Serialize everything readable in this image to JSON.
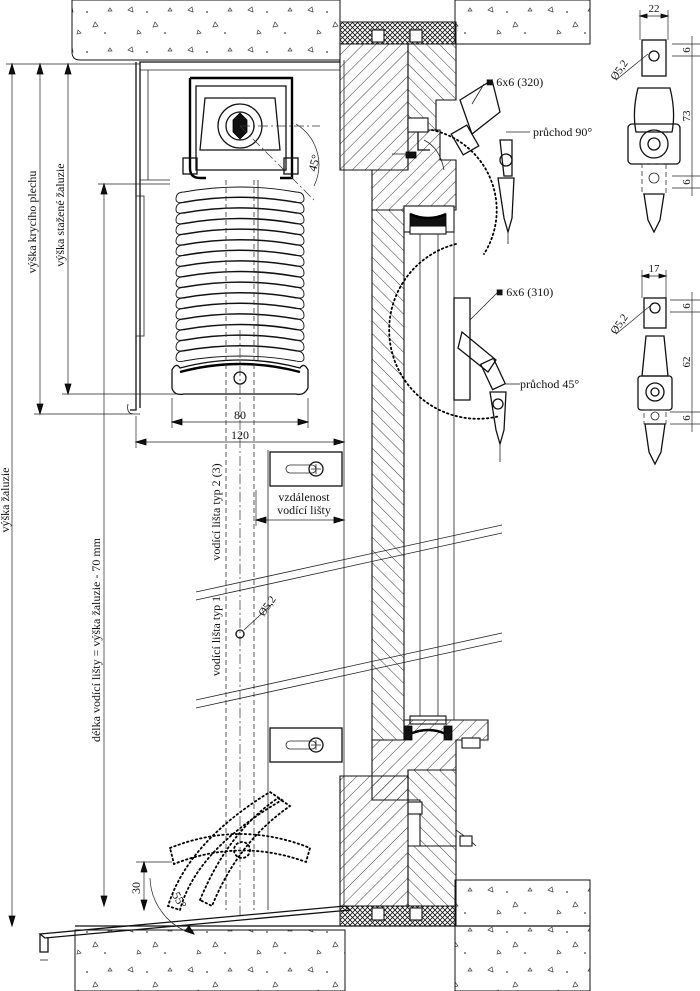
{
  "labels": {
    "vyska_zaluzie": "výška žaluzie",
    "vyska_kryciho_plechu": "výška krycího plechu",
    "vyska_stazene_zaluzie": "výška stažené žaluzie",
    "delka_vodici_listy": "délka vodící lišty = výška žaluzie - 70 mm",
    "vodici_lista_typ_2": "vodící lišta typ 2 (3)",
    "vodici_lista_typ_1": "vodící lišta typ 1",
    "vzdalenost_line1": "vzdálenost",
    "vzdalenost_line2": "vodící lišty",
    "profile_320": "■ 6x6 (320)",
    "profile_310": "■ 6x6 (310)",
    "pruchod_90": "průchod 90°",
    "pruchod_45": "průchod 45°"
  },
  "dimensions": {
    "angle_45": "45°",
    "angle_55": "55°",
    "dim_80": "80",
    "dim_120": "120",
    "dim_30": "30",
    "hole_main": "Ø5,2",
    "detail_top_width": "22",
    "detail_top_hole": "Ø5,2",
    "detail_top_6a": "6",
    "detail_top_73": "73",
    "detail_top_6b": "6",
    "detail_bottom_width": "17",
    "detail_bottom_hole": "Ø5,2",
    "detail_bottom_6a": "6",
    "detail_bottom_62": "62",
    "detail_bottom_6b": "6"
  }
}
